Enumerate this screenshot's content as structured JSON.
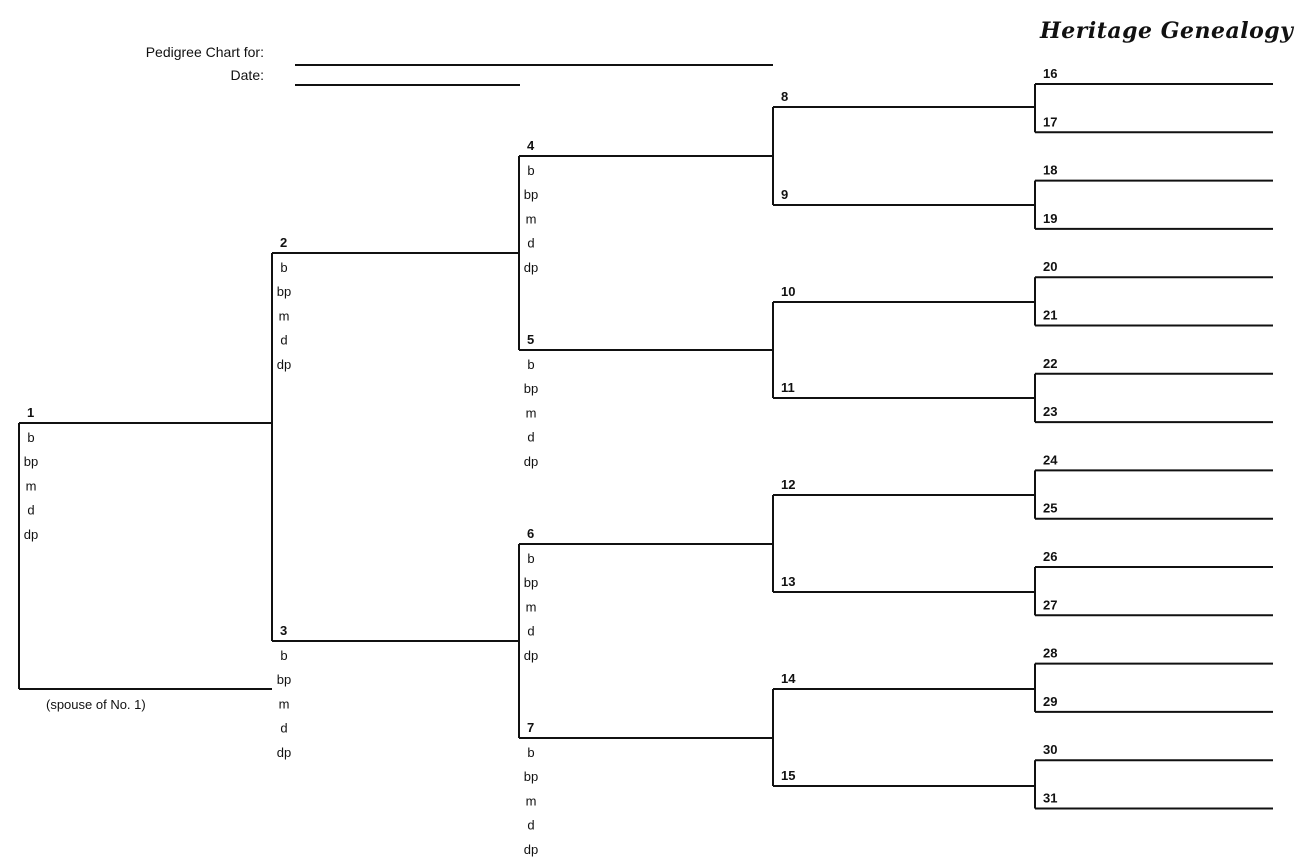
{
  "header": {
    "title_label": "Pedigree Chart for:",
    "date_label": "Date:",
    "brand": "Heritage Genealogy"
  },
  "spouse_note": "(spouse of No. 1)",
  "detail_labels": [
    "b",
    "bp",
    "m",
    "d",
    "dp"
  ],
  "persons": [
    "1",
    "2",
    "3",
    "4",
    "5",
    "6",
    "7",
    "8",
    "9",
    "10",
    "11",
    "12",
    "13",
    "14",
    "15",
    "16",
    "17",
    "18",
    "19",
    "20",
    "21",
    "22",
    "23",
    "24",
    "25",
    "26",
    "27",
    "28",
    "29",
    "30",
    "31"
  ],
  "colors": {
    "ink": "#111111",
    "background": "#ffffff"
  }
}
